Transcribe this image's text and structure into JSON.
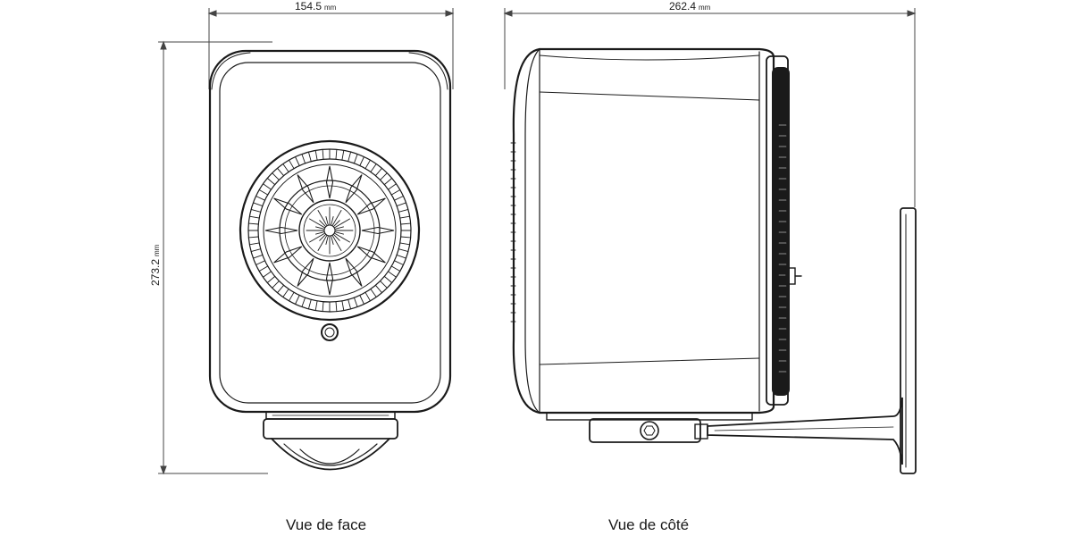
{
  "dimensions": {
    "width": {
      "value": "154.5",
      "unit": "mm"
    },
    "depth": {
      "value": "262.4",
      "unit": "mm"
    },
    "height": {
      "value": "273.2",
      "unit": "mm"
    }
  },
  "captions": {
    "front": "Vue de face",
    "side": "Vue de côté"
  },
  "colors": {
    "line": "#1a1a1a",
    "background": "#ffffff",
    "dimension": "#444444"
  }
}
